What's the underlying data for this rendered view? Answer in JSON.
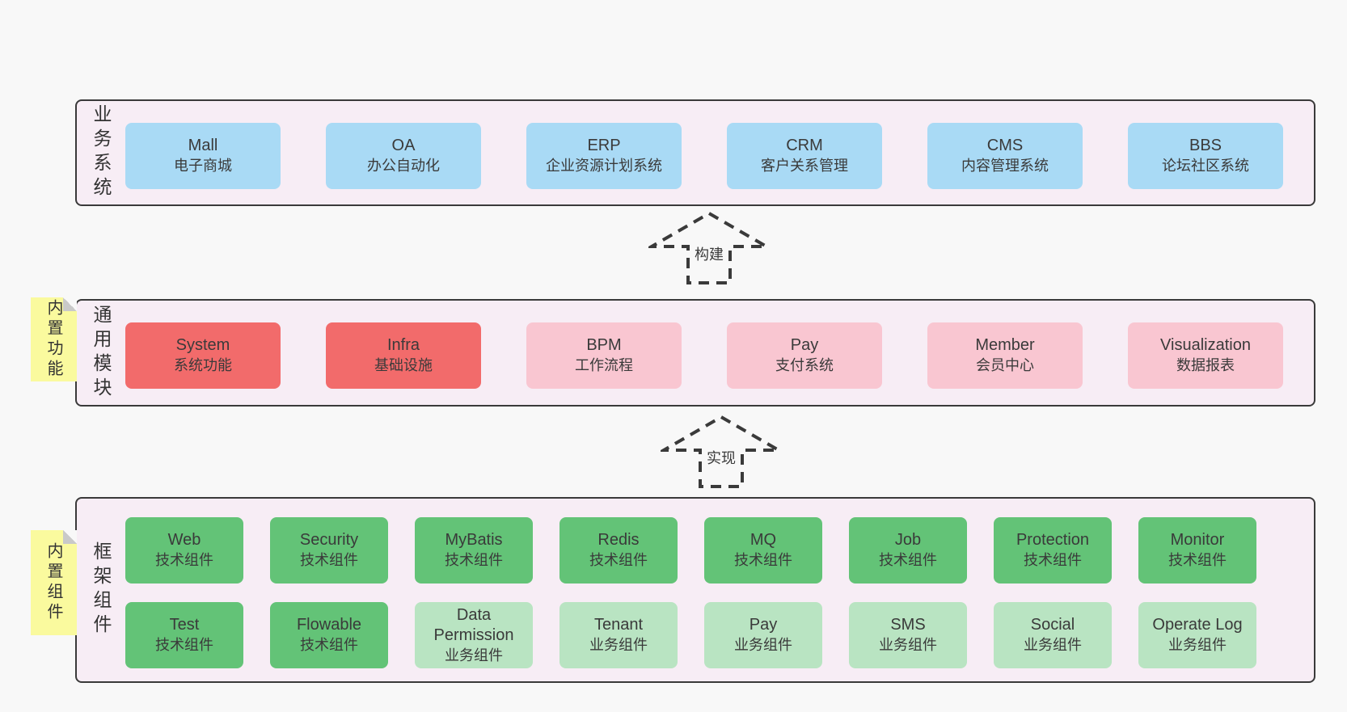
{
  "colors": {
    "page_bg": "#f8f8f8",
    "band_bg": "#f7edf5",
    "band_border": "#3a3a3a",
    "blue": "#a9daf5",
    "red": "#f26b6b",
    "pink": "#f9c6d1",
    "green": "#63c377",
    "green_light": "#b9e4c2",
    "note_yellow": "#fafa9e"
  },
  "bands": {
    "business": {
      "label": "业务系统",
      "items": [
        {
          "title": "Mall",
          "subtitle": "电子商城",
          "variant": "blue"
        },
        {
          "title": "OA",
          "subtitle": "办公自动化",
          "variant": "blue"
        },
        {
          "title": "ERP",
          "subtitle": "企业资源计划系统",
          "variant": "blue"
        },
        {
          "title": "CRM",
          "subtitle": "客户关系管理",
          "variant": "blue"
        },
        {
          "title": "CMS",
          "subtitle": "内容管理系统",
          "variant": "blue"
        },
        {
          "title": "BBS",
          "subtitle": "论坛社区系统",
          "variant": "blue"
        }
      ]
    },
    "common": {
      "label": "通用模块",
      "note": "内置功能",
      "items": [
        {
          "title": "System",
          "subtitle": "系统功能",
          "variant": "red"
        },
        {
          "title": "Infra",
          "subtitle": "基础设施",
          "variant": "red"
        },
        {
          "title": "BPM",
          "subtitle": "工作流程",
          "variant": "pink"
        },
        {
          "title": "Pay",
          "subtitle": "支付系统",
          "variant": "pink"
        },
        {
          "title": "Member",
          "subtitle": "会员中心",
          "variant": "pink"
        },
        {
          "title": "Visualization",
          "subtitle": "数据报表",
          "variant": "pink"
        }
      ]
    },
    "framework": {
      "label": "框架组件",
      "note": "内置组件",
      "items": [
        {
          "title": "Web",
          "subtitle": "技术组件",
          "variant": "green"
        },
        {
          "title": "Security",
          "subtitle": "技术组件",
          "variant": "green"
        },
        {
          "title": "MyBatis",
          "subtitle": "技术组件",
          "variant": "green"
        },
        {
          "title": "Redis",
          "subtitle": "技术组件",
          "variant": "green"
        },
        {
          "title": "MQ",
          "subtitle": "技术组件",
          "variant": "green"
        },
        {
          "title": "Job",
          "subtitle": "技术组件",
          "variant": "green"
        },
        {
          "title": "Protection",
          "subtitle": "技术组件",
          "variant": "green"
        },
        {
          "title": "Monitor",
          "subtitle": "技术组件",
          "variant": "green"
        },
        {
          "title": "Test",
          "subtitle": "技术组件",
          "variant": "green"
        },
        {
          "title": "Flowable",
          "subtitle": "技术组件",
          "variant": "green"
        },
        {
          "title": "Data Permission",
          "subtitle": "业务组件",
          "variant": "green-light"
        },
        {
          "title": "Tenant",
          "subtitle": "业务组件",
          "variant": "green-light"
        },
        {
          "title": "Pay",
          "subtitle": "业务组件",
          "variant": "green-light"
        },
        {
          "title": "SMS",
          "subtitle": "业务组件",
          "variant": "green-light"
        },
        {
          "title": "Social",
          "subtitle": "业务组件",
          "variant": "green-light"
        },
        {
          "title": "Operate Log",
          "subtitle": "业务组件",
          "variant": "green-light"
        }
      ]
    }
  },
  "arrows": [
    {
      "label": "构建"
    },
    {
      "label": "实现"
    }
  ]
}
